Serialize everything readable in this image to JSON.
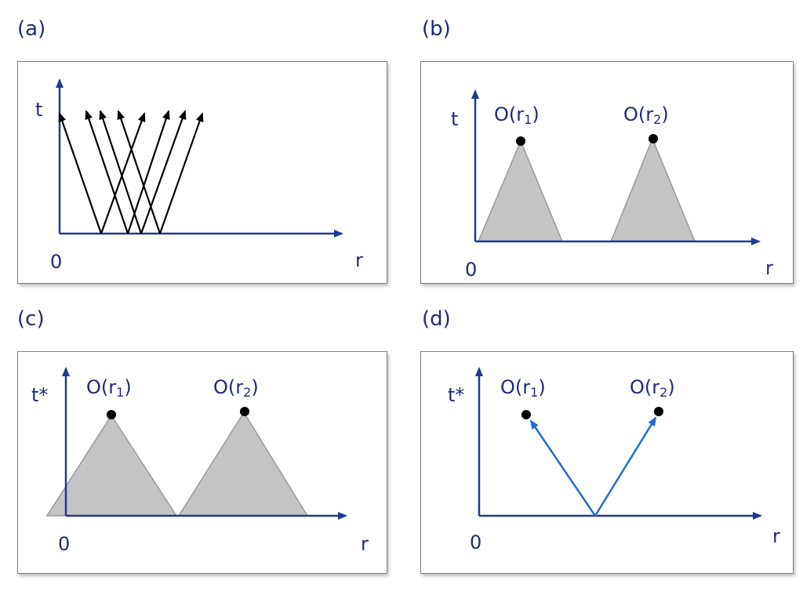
{
  "panels": {
    "a": {
      "label": "(a)",
      "t_axis": "t",
      "r_axis": "r",
      "origin": "0"
    },
    "b": {
      "label": "(b)",
      "t_axis": "t",
      "r_axis": "r",
      "origin": "0",
      "point1": {
        "main": "O(r",
        "sub": "1",
        "close": ")"
      },
      "point2": {
        "main": "O(r",
        "sub": "2",
        "close": ")"
      }
    },
    "c": {
      "label": "(c)",
      "t_axis": "t*",
      "r_axis": "r",
      "origin": "0",
      "point1": {
        "main": "O(r",
        "sub": "1",
        "close": ")"
      },
      "point2": {
        "main": "O(r",
        "sub": "2",
        "close": ")"
      }
    },
    "d": {
      "label": "(d)",
      "t_axis": "t*",
      "r_axis": "r",
      "origin": "0",
      "point1": {
        "main": "O(r",
        "sub": "1",
        "close": ")"
      },
      "point2": {
        "main": "O(r",
        "sub": "2",
        "close": ")"
      }
    }
  },
  "colors": {
    "axis": "#1f3a93",
    "text": "#1f2b78",
    "ray": "#000000",
    "cone_fill": "#c4c4c4",
    "cone_stroke": "#999999",
    "vector": "#1f6fd0",
    "point": "#000000"
  }
}
